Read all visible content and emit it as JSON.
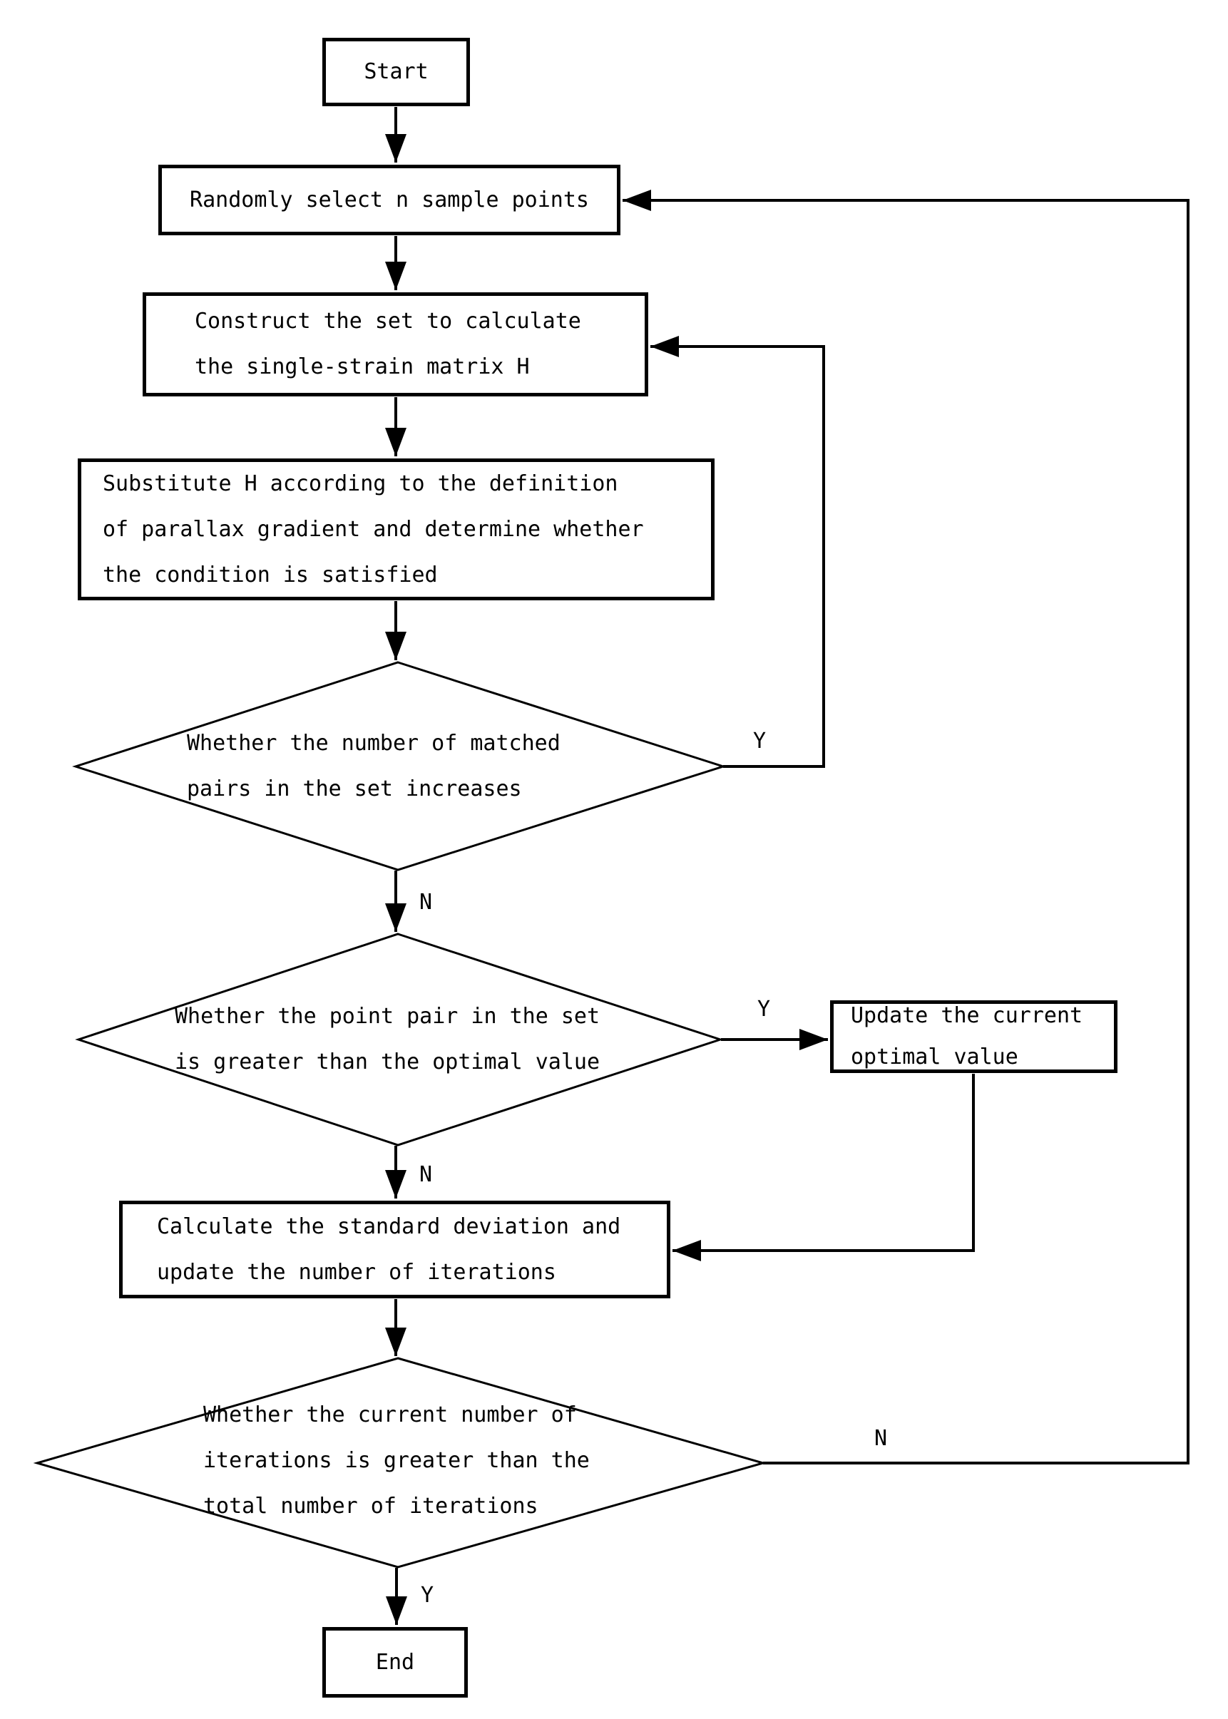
{
  "diagram": {
    "type": "flowchart",
    "colors": {
      "line": "#000000",
      "text": "#000000",
      "background": "#ffffff"
    },
    "nodes": {
      "start": {
        "label": "Start"
      },
      "select_points": {
        "label": "Randomly select n sample points"
      },
      "construct_set": {
        "lines": [
          "Construct the set to calculate",
          "the single-strain matrix H"
        ]
      },
      "substitute_h": {
        "lines": [
          "Substitute H according to the definition",
          "of parallax gradient and determine whether",
          "the condition is satisfied"
        ]
      },
      "matched_pairs_decision": {
        "lines": [
          "Whether the number of matched",
          "pairs in the set increases"
        ]
      },
      "optimal_value_decision": {
        "lines": [
          "Whether the point pair in the set",
          "is greater than the optimal value"
        ]
      },
      "update_optimal": {
        "lines": [
          "Update the current",
          "optimal value"
        ]
      },
      "calculate_std": {
        "lines": [
          "Calculate the standard deviation and",
          "update the number of iterations"
        ]
      },
      "iterations_decision": {
        "lines": [
          "Whether the current number of",
          "iterations is greater than the",
          "total number of iterations"
        ]
      },
      "end": {
        "label": "End"
      }
    },
    "edge_labels": {
      "matched_yes": "Y",
      "matched_no": "N",
      "optimal_yes": "Y",
      "optimal_no": "N",
      "iterations_no": "N",
      "iterations_yes": "Y"
    }
  }
}
